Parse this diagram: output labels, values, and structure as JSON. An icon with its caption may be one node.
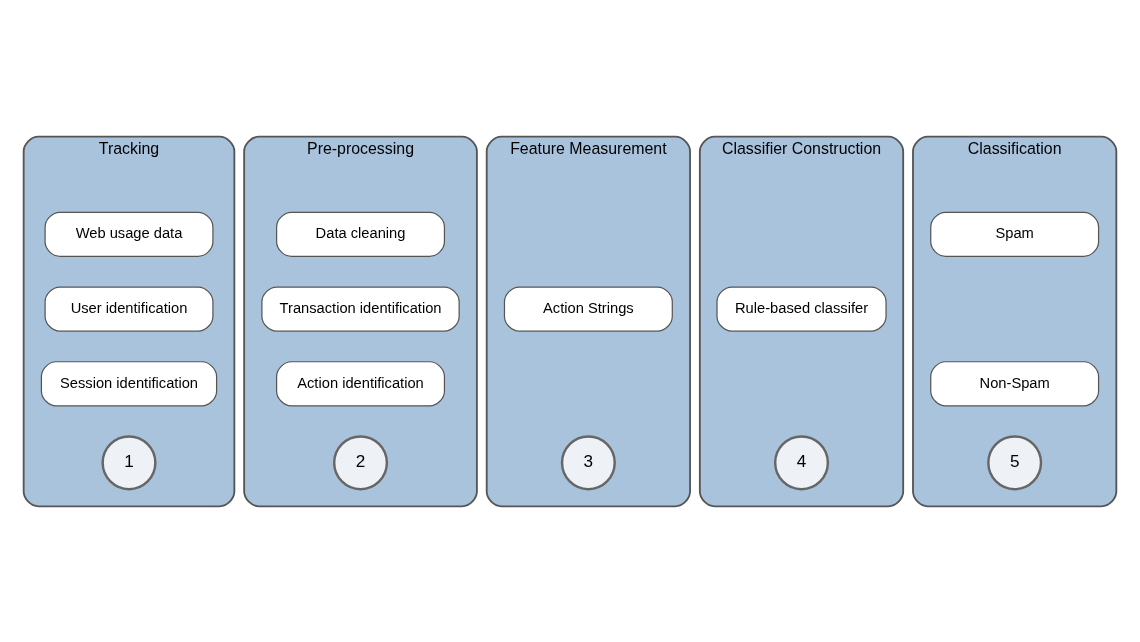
{
  "diagram": {
    "nodes": [
      {
        "text": [
          "Tracking"
        ]
      },
      {
        "text": [
          "Web usage data"
        ],
        "in": 0
      },
      {
        "text": [
          "User identification"
        ],
        "in": 0
      },
      {
        "text": [
          "Session identification"
        ],
        "in": 0
      },
      {
        "text": [
          "1"
        ],
        "in": 0
      },
      {
        "text": [
          "Pre-processing"
        ]
      },
      {
        "text": [
          "Data cleaning"
        ],
        "in": 5
      },
      {
        "text": [
          "Transaction identification"
        ],
        "in": 5
      },
      {
        "text": [
          "Action identification"
        ],
        "in": 5
      },
      {
        "text": [
          "2"
        ],
        "in": 5
      },
      {
        "text": [
          "Feature Measurement"
        ]
      },
      {
        "text": [
          "Action Strings"
        ],
        "in": 10
      },
      {
        "text": [
          "3"
        ],
        "in": 10
      },
      {
        "text": [
          "Classifier Construction"
        ]
      },
      {
        "text": [
          "Rule-based classifer"
        ],
        "in": 13
      },
      {
        "text": [
          "4"
        ],
        "in": 13
      },
      {
        "text": [
          "Classification"
        ]
      },
      {
        "text": [
          "Spam"
        ],
        "in": 16
      },
      {
        "text": [
          "Non-Spam"
        ],
        "in": 16
      },
      {
        "text": [
          "5"
        ],
        "in": 16
      }
    ],
    "edges": []
  }
}
